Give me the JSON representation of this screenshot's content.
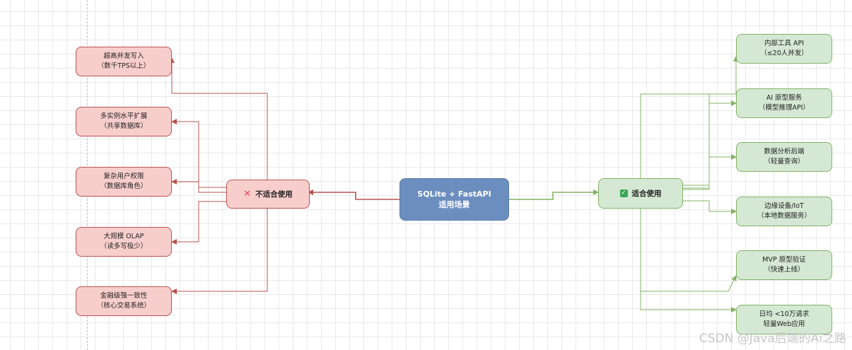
{
  "center": {
    "line1": "SQLite + FastAPI",
    "line2": "适用场景"
  },
  "unsuitable": {
    "title": "不适合使用",
    "icon": "cross-mark-icon",
    "items": [
      {
        "line1": "超高并发写入",
        "line2": "（数千TPS以上）"
      },
      {
        "line1": "多实例水平扩展",
        "line2": "（共享数据库）"
      },
      {
        "line1": "复杂用户权限",
        "line2": "（数据库角色）"
      },
      {
        "line1": "大规模 OLAP",
        "line2": "（读多写极少）"
      },
      {
        "line1": "金融级强一致性",
        "line2": "（核心交易系统）"
      }
    ]
  },
  "suitable": {
    "title": "适合使用",
    "icon": "check-mark-icon",
    "items": [
      {
        "line1": "内部工具 API",
        "line2": "（≤20人并发）"
      },
      {
        "line1": "AI 原型服务",
        "line2": "（模型推理API）"
      },
      {
        "line1": "数据分析后端",
        "line2": "（轻量查询）"
      },
      {
        "line1": "边缘设备/IoT",
        "line2": "（本地数据服务）"
      },
      {
        "line1": "MVP 原型验证",
        "line2": "（快速上线）"
      },
      {
        "line1": "日均 <10万请求",
        "line2": "轻量Web应用"
      }
    ]
  },
  "watermark": "CSDN @Java后端的Ai之路",
  "colors": {
    "red_fill": "#f8cecc",
    "red_stroke": "#b85450",
    "green_fill": "#d5e8d4",
    "green_stroke": "#82b366",
    "blue_fill": "#6c8ebf"
  }
}
